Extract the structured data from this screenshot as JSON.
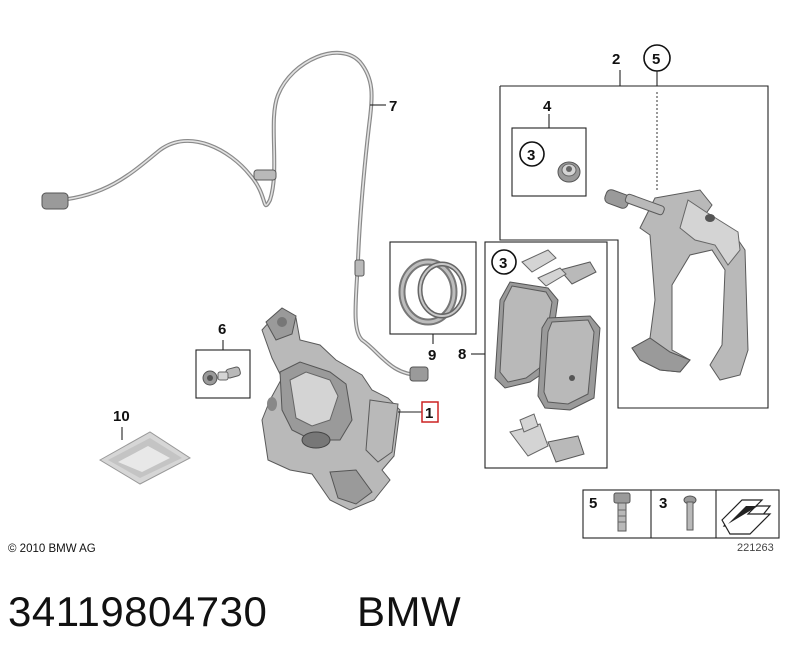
{
  "labels": {
    "sensor": "7",
    "holder_kit": "2",
    "holder_kit_ref": "5",
    "guide_kit": "4",
    "guide_kit_ref": "3",
    "pad_set": "8",
    "pad_set_ref": "3",
    "repair_kit": "9",
    "bolt_kit": "6",
    "grease": "10",
    "caliper": "1"
  },
  "legend": [
    {
      "label": "5",
      "icon": "hex-bolt-icon"
    },
    {
      "label": "3",
      "icon": "guide-bolt-icon"
    }
  ],
  "footer": {
    "copyright": "© 2010 BMW AG",
    "diagram_id": "221263"
  },
  "part": {
    "number": "34119804730",
    "brand": "BMW"
  },
  "colors": {
    "highlight": "#cc2222"
  }
}
